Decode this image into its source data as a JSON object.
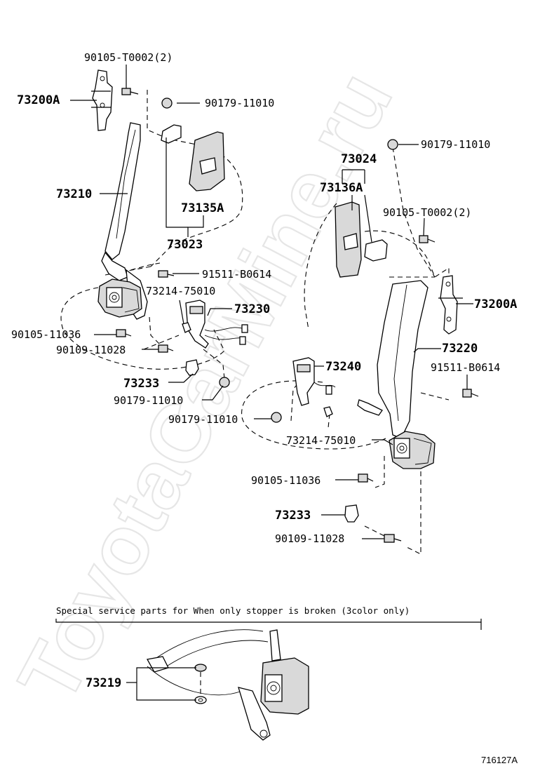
{
  "watermark": "ToyotaCarMine.ru",
  "labels": {
    "l_90105_top": "90105-T0002(2)",
    "l_73200A_left": "73200A",
    "l_90179_top_left": "90179-11010",
    "l_73210": "73210",
    "l_73135A": "73135A",
    "l_73023": "73023",
    "l_91511_left": "91511-B0614",
    "l_73214_left": "73214-75010",
    "l_73230": "73230",
    "l_90105_11036_left": "90105-11036",
    "l_90109_left": "90109-11028",
    "l_73233_left": "73233",
    "l_90179_mid_left": "90179-11010",
    "l_90179_top_right": "90179-11010",
    "l_73024": "73024",
    "l_73136A": "73136A",
    "l_90105_T0002_right": "90105-T0002(2)",
    "l_73200A_right": "73200A",
    "l_73220": "73220",
    "l_91511_right": "91511-B0614",
    "l_73240": "73240",
    "l_90179_mid": "90179-11010",
    "l_73214_right": "73214-75010",
    "l_90105_11036_right": "90105-11036",
    "l_73233_right": "73233",
    "l_90109_right": "90109-11028",
    "l_73219": "73219"
  },
  "note": "Special  service  parts  for  When  only  stopper  is  broken  (3color  only)",
  "diagram_code": "716127A"
}
